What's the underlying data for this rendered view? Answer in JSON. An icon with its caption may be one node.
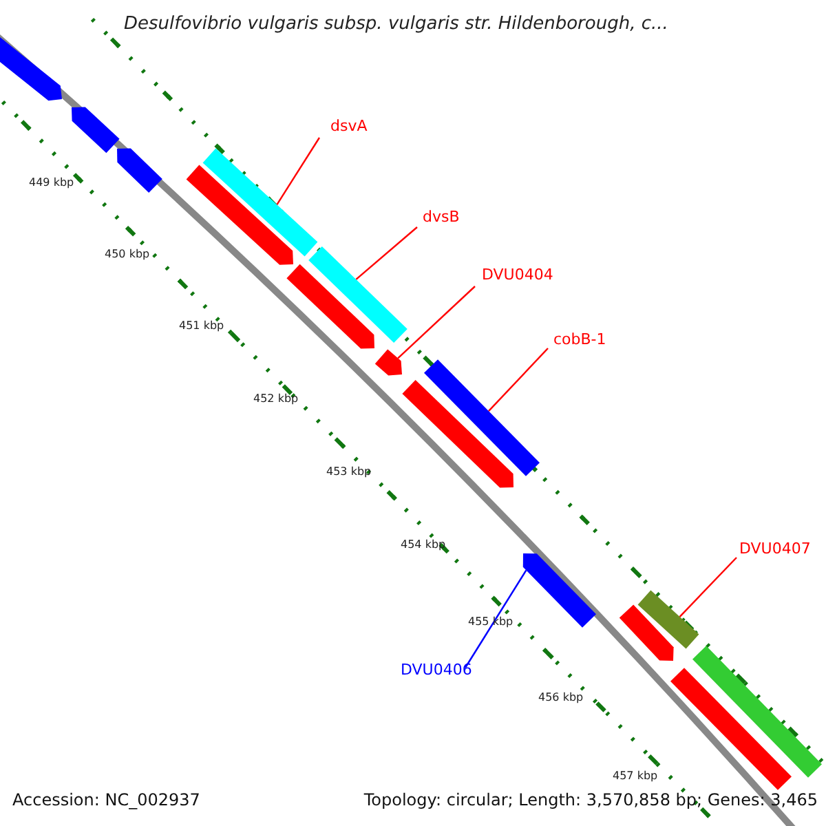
{
  "diagram": {
    "title": "Desulfovibrio vulgaris subsp. vulgaris str. Hildenborough, c...",
    "nodes": [
      {
        "text": [
          "dsvA"
        ]
      },
      {
        "text": [],
        "shape": "bar"
      },
      {
        "text": [
          "dvsB"
        ]
      },
      {
        "text": [],
        "shape": "bar"
      },
      {
        "text": [
          "DVU0404"
        ]
      },
      {
        "text": [],
        "shape": "bar"
      },
      {
        "text": [
          "cobB-1"
        ]
      },
      {
        "text": [],
        "shape": "bar"
      },
      {
        "text": [
          "DVU0407"
        ]
      },
      {
        "text": [],
        "shape": "bar"
      },
      {
        "text": [
          "DVU0406"
        ]
      },
      {
        "text": [],
        "shape": "bar"
      },
      {
        "text": [],
        "shape": "bar"
      },
      {
        "text": [],
        "shape": "bar"
      },
      {
        "text": [],
        "shape": "bar"
      },
      {
        "text": [],
        "shape": "bar"
      },
      {
        "text": [],
        "shape": "bar"
      },
      {
        "text": [],
        "shape": "bar"
      },
      {
        "text": [],
        "shape": "bar"
      },
      {
        "text": [],
        "shape": "bar"
      },
      {
        "text": [],
        "shape": "bar"
      }
    ],
    "edges": [
      {
        "from": 0,
        "to": 1,
        "arrow": "none"
      },
      {
        "from": 2,
        "to": 3,
        "arrow": "none"
      },
      {
        "from": 4,
        "to": 5,
        "arrow": "none"
      },
      {
        "from": 6,
        "to": 7,
        "arrow": "none"
      },
      {
        "from": 8,
        "to": 9,
        "arrow": "none"
      },
      {
        "from": 10,
        "to": 11,
        "arrow": "none",
        "color": "#0000ff"
      }
    ],
    "labels": [
      "449 kbp",
      "450 kbp",
      "451 kbp",
      "452 kbp",
      "453 kbp",
      "454 kbp",
      "455 kbp",
      "456 kbp",
      "457 kbp",
      "Accession: NC_002937",
      "Topology: circular; Length: 3,570,858 bp; Genes: 3,465"
    ]
  }
}
